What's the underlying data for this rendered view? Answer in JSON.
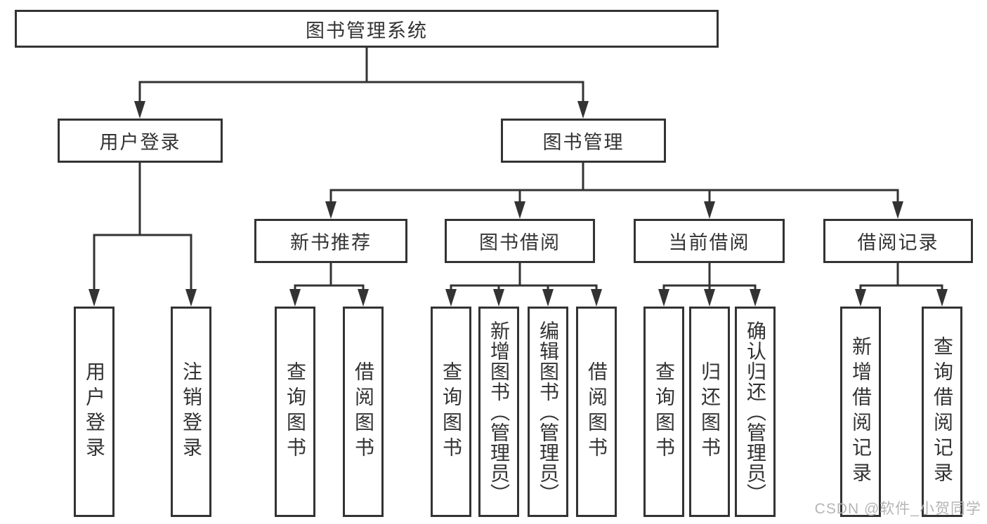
{
  "diagram": {
    "root": {
      "label": "图书管理系统"
    },
    "level2": [
      {
        "label": "用户登录"
      },
      {
        "label": "图书管理"
      }
    ],
    "level3": [
      {
        "label": "新书推荐",
        "parent": "图书管理"
      },
      {
        "label": "图书借阅",
        "parent": "图书管理"
      },
      {
        "label": "当前借阅",
        "parent": "图书管理"
      },
      {
        "label": "借阅记录",
        "parent": "图书管理"
      }
    ],
    "level4": [
      {
        "label": "用户登录",
        "parent": "用户登录"
      },
      {
        "label": "注销登录",
        "parent": "用户登录"
      },
      {
        "label": "查询图书",
        "parent": "新书推荐"
      },
      {
        "label": "借阅图书",
        "parent": "新书推荐"
      },
      {
        "label": "查询图书",
        "parent": "图书借阅"
      },
      {
        "label": "新增图书（管理员）",
        "parent": "图书借阅"
      },
      {
        "label": "编辑图书（管理员）",
        "parent": "图书借阅"
      },
      {
        "label": "借阅图书",
        "parent": "图书借阅"
      },
      {
        "label": "查询图书",
        "parent": "当前借阅"
      },
      {
        "label": "归还图书",
        "parent": "当前借阅"
      },
      {
        "label": "确认归还（管理员）",
        "parent": "当前借阅"
      },
      {
        "label": "新增借阅记录",
        "parent": "借阅记录"
      },
      {
        "label": "查询借阅记录",
        "parent": "借阅记录"
      }
    ]
  },
  "watermark": {
    "text": "CSDN @软件_小贺同学"
  },
  "colors": {
    "line": "#333333",
    "text": "#333333",
    "background": "#ffffff",
    "watermark": "#b5b5b5"
  }
}
